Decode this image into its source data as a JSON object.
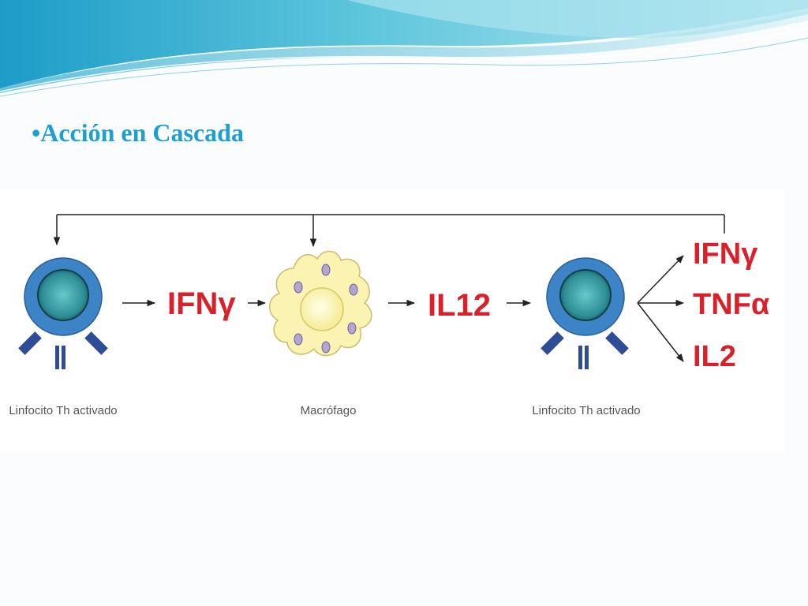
{
  "slide": {
    "title": "•Acción en Cascada"
  },
  "diagram": {
    "cells": [
      {
        "label": "Linfocito Th activado"
      },
      {
        "label": "Macrófago"
      },
      {
        "label": "Linfocito Th activado"
      }
    ],
    "mediators": [
      "IFNγ",
      "IL12"
    ],
    "outputs": [
      "IFNγ",
      "TNFα",
      "IL2"
    ]
  },
  "colors": {
    "title": "#1e9fd1",
    "cytokine_text": "#d8212a",
    "cell_label_text": "#555555",
    "lymphocyte_ring": "#3d84c6",
    "lymphocyte_nucleus": "#2e8f97",
    "receptor": "#2f4d97",
    "macrophage_body": "#fbf3b2",
    "macrophage_granule": "#b3a6d0"
  }
}
